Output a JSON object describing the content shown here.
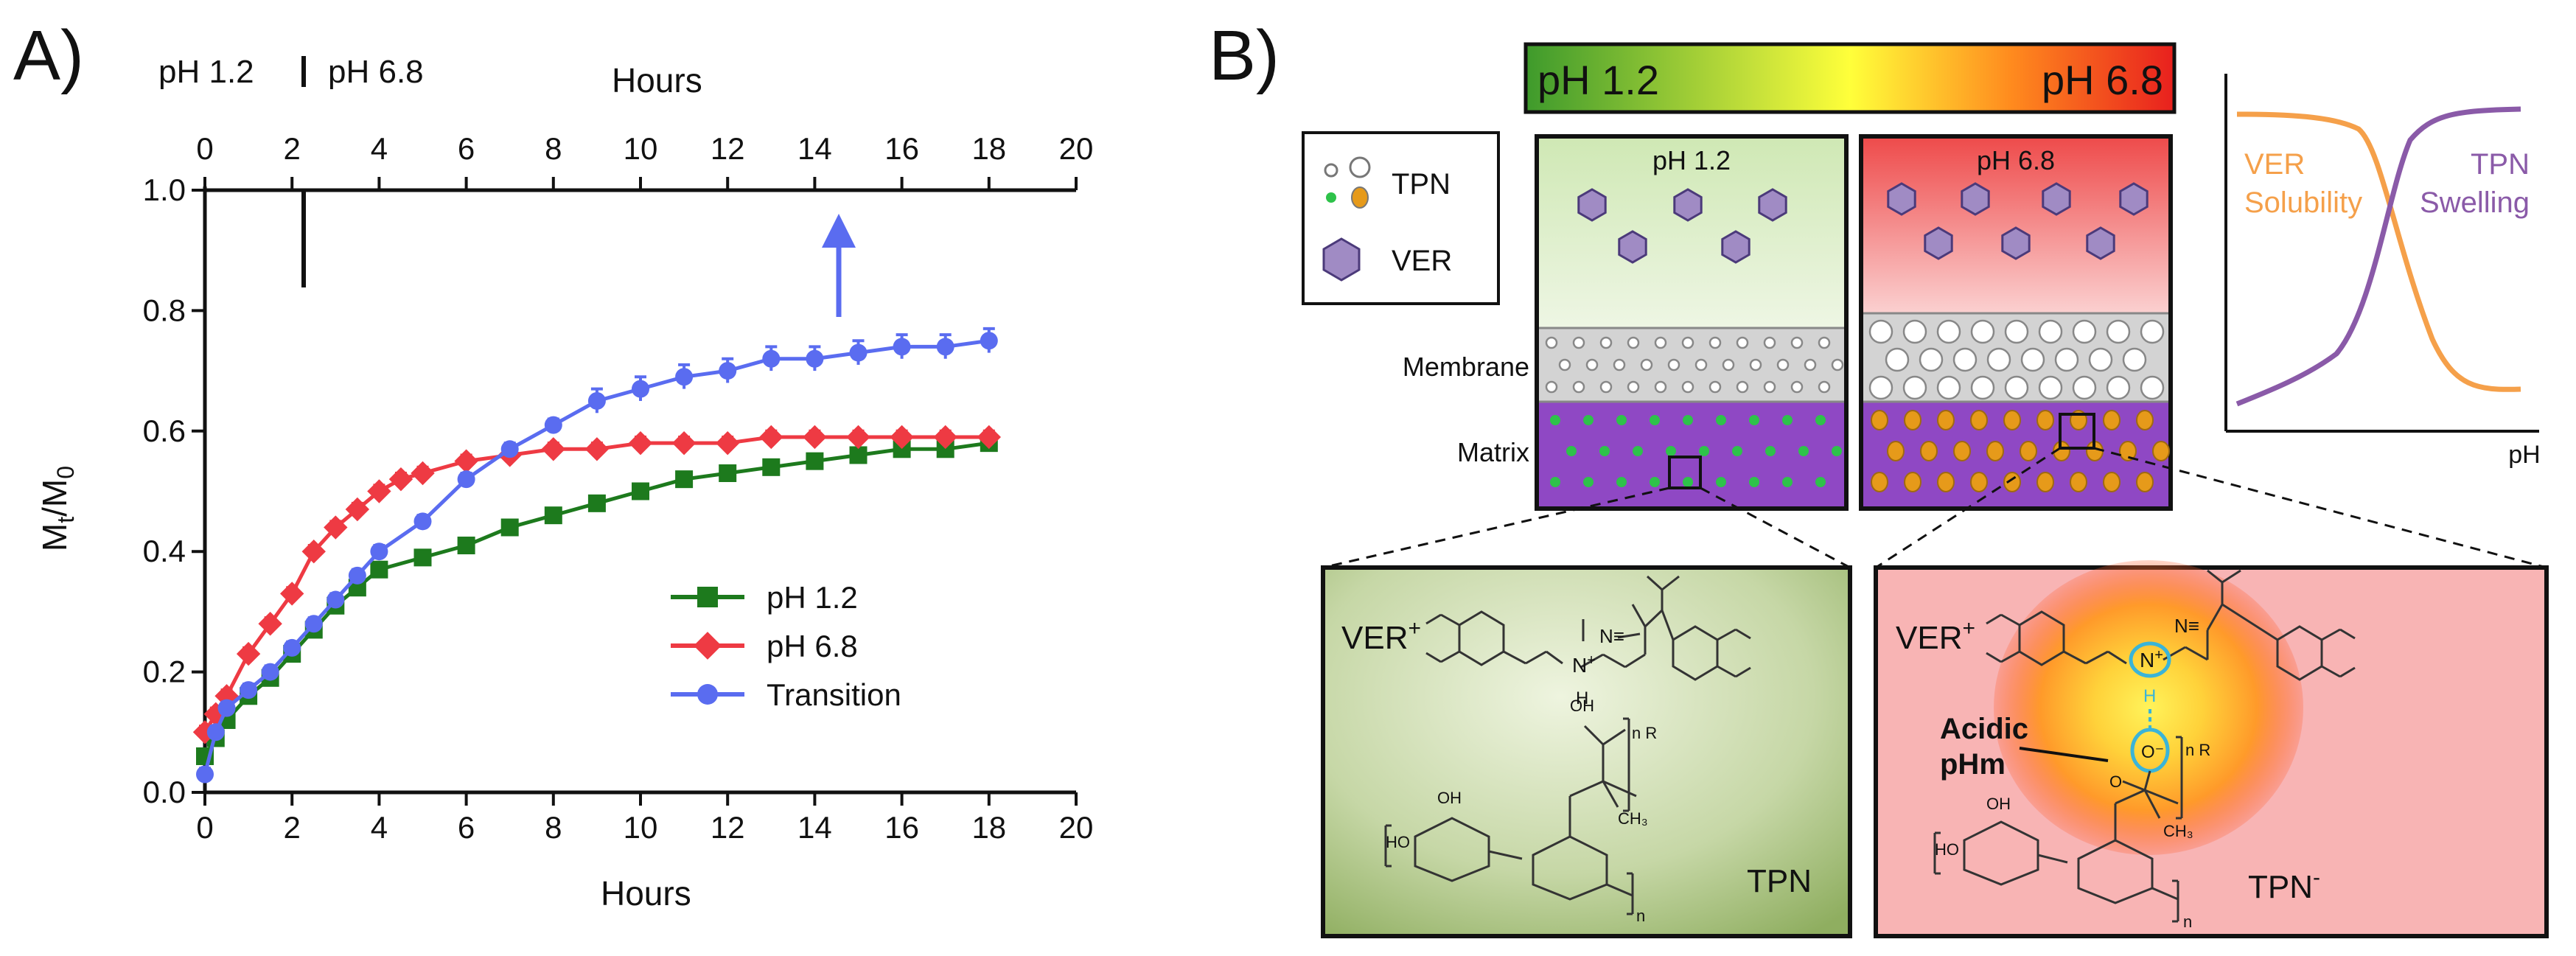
{
  "panel_a": {
    "label": "A)",
    "ph_left": "pH 1.2",
    "ph_right": "pH 6.8",
    "top_axis_title": "Hours",
    "bottom_axis_title": "Hours",
    "y_axis_title": "M",
    "y_axis_sub_t": "t",
    "y_axis_mid": "/M",
    "y_axis_sub_0": "0"
  },
  "chart_data": {
    "type": "line",
    "xlabel": "Hours",
    "ylabel": "Mt/M0",
    "xlim": [
      0,
      20
    ],
    "ylim": [
      0,
      1.0
    ],
    "x_ticks": [
      "0",
      "2",
      "4",
      "6",
      "8",
      "10",
      "12",
      "14",
      "16",
      "18",
      "20"
    ],
    "y_ticks": [
      "0.0",
      "0.2",
      "0.4",
      "0.6",
      "0.8",
      "1.0"
    ],
    "phase_transition_x": 2,
    "legend_position": "bottom-right",
    "series": [
      {
        "name": "pH 1.2",
        "color": "#1d7a1d",
        "marker": "square",
        "x": [
          0,
          0.25,
          0.5,
          1,
          1.5,
          2,
          2.5,
          3,
          3.5,
          4,
          5,
          6,
          7,
          8,
          9,
          10,
          11,
          12,
          13,
          14,
          15,
          16,
          17,
          18
        ],
        "y": [
          0.06,
          0.09,
          0.12,
          0.16,
          0.19,
          0.23,
          0.27,
          0.31,
          0.34,
          0.37,
          0.39,
          0.41,
          0.44,
          0.46,
          0.48,
          0.5,
          0.52,
          0.53,
          0.54,
          0.55,
          0.56,
          0.57,
          0.57,
          0.58
        ],
        "error": [
          0.01,
          0.01,
          0.01,
          0.01,
          0.01,
          0.01,
          0.01,
          0.01,
          0.01,
          0.01,
          0.01,
          0.01,
          0.01,
          0.01,
          0.01,
          0.01,
          0.01,
          0.01,
          0.01,
          0.01,
          0.01,
          0.01,
          0.01,
          0.01
        ]
      },
      {
        "name": "pH 6.8",
        "color": "#ee3a43",
        "marker": "diamond",
        "x": [
          0,
          0.25,
          0.5,
          1,
          1.5,
          2,
          2.5,
          3,
          3.5,
          4,
          4.5,
          5,
          6,
          7,
          8,
          9,
          10,
          11,
          12,
          13,
          14,
          15,
          16,
          17,
          18
        ],
        "y": [
          0.1,
          0.13,
          0.16,
          0.23,
          0.28,
          0.33,
          0.4,
          0.44,
          0.47,
          0.5,
          0.52,
          0.53,
          0.55,
          0.56,
          0.57,
          0.57,
          0.58,
          0.58,
          0.58,
          0.59,
          0.59,
          0.59,
          0.59,
          0.59,
          0.59
        ],
        "error": [
          0.01,
          0.01,
          0.01,
          0.01,
          0.01,
          0.01,
          0.01,
          0.01,
          0.01,
          0.01,
          0.01,
          0.01,
          0.01,
          0.01,
          0.01,
          0.01,
          0.01,
          0.01,
          0.01,
          0.01,
          0.01,
          0.01,
          0.01,
          0.01,
          0.01
        ]
      },
      {
        "name": "Transition",
        "color": "#5a6cf0",
        "marker": "circle",
        "x": [
          0,
          0.25,
          0.5,
          1,
          1.5,
          2,
          2.5,
          3,
          3.5,
          4,
          5,
          6,
          7,
          8,
          9,
          10,
          11,
          12,
          13,
          14,
          15,
          16,
          17,
          18
        ],
        "y": [
          0.03,
          0.1,
          0.14,
          0.17,
          0.2,
          0.24,
          0.28,
          0.32,
          0.36,
          0.4,
          0.45,
          0.52,
          0.57,
          0.61,
          0.65,
          0.67,
          0.69,
          0.7,
          0.72,
          0.72,
          0.73,
          0.74,
          0.74,
          0.75
        ],
        "error": [
          0.01,
          0.01,
          0.01,
          0.01,
          0.01,
          0.01,
          0.01,
          0.01,
          0.01,
          0.01,
          0.01,
          0.01,
          0.01,
          0.01,
          0.02,
          0.02,
          0.02,
          0.02,
          0.02,
          0.02,
          0.02,
          0.02,
          0.02,
          0.02
        ]
      }
    ]
  },
  "panel_b": {
    "label": "B)",
    "gradient_left": "pH 1.2",
    "gradient_right": "pH 6.8",
    "legend_tpn": "TPN",
    "legend_ver": "VER",
    "box_left_title": "pH 1.2",
    "box_right_title": "pH 6.8",
    "label_membrane": "Membrane",
    "label_matrix": "Matrix",
    "inset_ver_line1": "VER",
    "inset_ver_line2": "Solubility",
    "inset_tpn_line1": "TPN",
    "inset_tpn_line2": "Swelling",
    "inset_xlabel": "pH",
    "zoom_left_ver": "VER",
    "zoom_left_ver_sup": "+",
    "zoom_left_tpn": "TPN",
    "zoom_right_ver": "VER",
    "zoom_right_ver_sup": "+",
    "zoom_right_tpn": "TPN",
    "zoom_right_tpn_sup": "-",
    "acidic_line1": "Acidic",
    "acidic_line2": "pHm",
    "chem_nitrile": "N≡",
    "chem_ammonium": "N",
    "chem_ammonium_charge": "+",
    "chem_h": "H",
    "chem_oh": "OH",
    "chem_ho": "HO",
    "chem_ch3": "CH₃",
    "chem_n": "n",
    "chem_nR": "n R",
    "chem_o_minus": "O⁻",
    "chem_o": "O"
  },
  "colors": {
    "ph12_green": "#1d7a1d",
    "ph68_red": "#ee3a43",
    "transition_blue": "#5a6cf0",
    "ver_orange": "#f5a04a",
    "tpn_purple": "#8a5aa8",
    "matrix_purple": "#8f48c4",
    "hexagon_fill": "#a08bc4"
  }
}
